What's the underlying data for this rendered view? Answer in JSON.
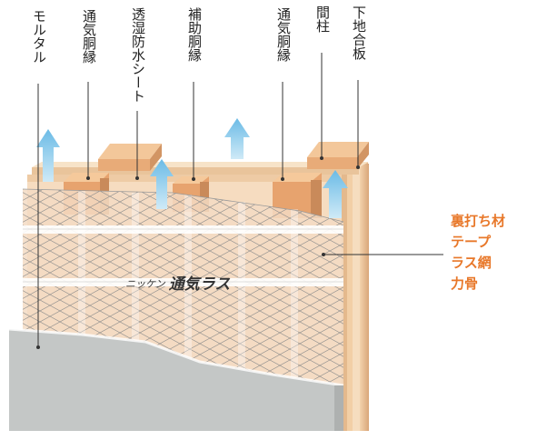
{
  "labels": {
    "mortar": "モルタル",
    "vent_furring_left": "通気胴縁",
    "moisture_sheet": "透湿防水シート",
    "aux_furring": "補助胴縁",
    "vent_furring_right": "通気胴縁",
    "stud": "間柱",
    "sheathing": "下地合板"
  },
  "callout": {
    "line1": "裏打ち材",
    "line2": "テープ",
    "line3": "ラス網",
    "line4": "力骨"
  },
  "brand": {
    "small": "ニッケン",
    "large": "通気ラス"
  },
  "colors": {
    "orange_text": "#e8782a",
    "wood_light": "#f0c79a",
    "wood_dark": "#c98a5a",
    "sheet": "#f6dcc0",
    "mortar": "#c4c7c6",
    "arrow_blue": "#7fc6ea"
  }
}
